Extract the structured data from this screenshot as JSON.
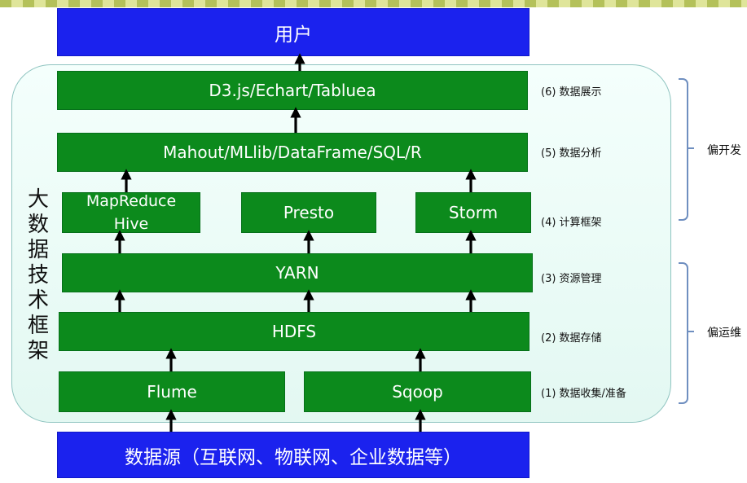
{
  "top_box": "用户",
  "bottom_box": "数据源（互联网、物联网、企业数据等）",
  "sidebar_label": "大数据技术框架",
  "layers": [
    {
      "tag": "(6) 数据展示",
      "boxes": [
        "D3.js/Echart/Tabluea"
      ]
    },
    {
      "tag": "(5) 数据分析",
      "boxes": [
        "Mahout/MLlib/DataFrame/SQL/R"
      ]
    },
    {
      "tag": "(4) 计算框架",
      "boxes": [
        "MapReduce Hive",
        "Presto",
        "Storm"
      ]
    },
    {
      "tag": "(3) 资源管理",
      "boxes": [
        "YARN"
      ]
    },
    {
      "tag": "(2) 数据存储",
      "boxes": [
        "HDFS"
      ]
    },
    {
      "tag": "(1) 数据收集/准备",
      "boxes": [
        "Flume",
        "Sqoop"
      ]
    }
  ],
  "groups": [
    "偏开发",
    "偏运维"
  ],
  "colors": {
    "blue_box": "#1b22ee",
    "green_box": "#0c8a1c",
    "frame_fill": "#e6f8f3",
    "brace": "#6f8fc0"
  }
}
